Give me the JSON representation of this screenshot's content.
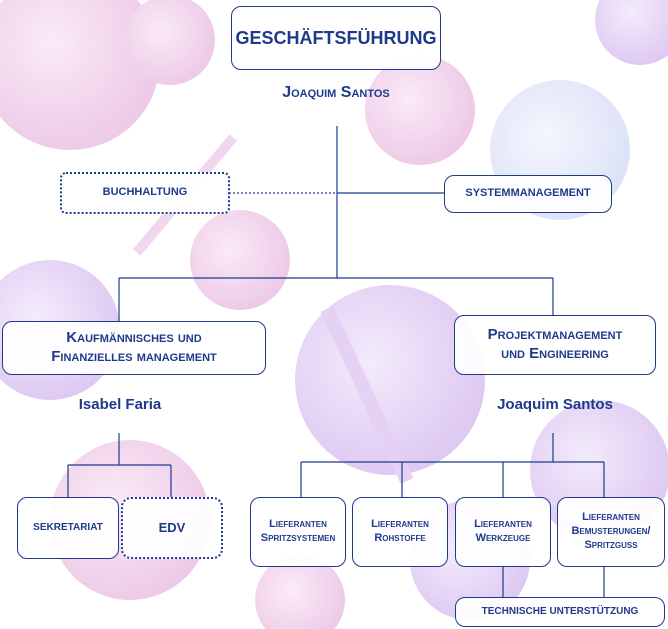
{
  "top": {
    "title": "GESCHÄFTSFÜHRUNG",
    "person": "Joaquim Santos"
  },
  "staff": {
    "left": "BUCHHALTUNG",
    "right": "SYSTEMMANAGEMENT"
  },
  "divisions": {
    "left": {
      "line1": "Kaufmännisches und",
      "line2": "Finanzielles management",
      "person": "Isabel Faria",
      "units": [
        "SEKRETARIAT",
        "EDV"
      ]
    },
    "right": {
      "line1": "Projektmanagement",
      "line2": "und Engineering",
      "person": "Joaquim Santos",
      "units": [
        {
          "line1": "Lieferanten",
          "line2": "Spritzsystemen"
        },
        {
          "line1": "Lieferanten",
          "line2": "Rohstoffe"
        },
        {
          "line1": "Lieferanten",
          "line2": "Werkzeuge"
        },
        {
          "line1": "Lieferanten",
          "line2": "Bemusterungen/",
          "line3": "Spritzguss"
        }
      ],
      "support": "TECHNISCHE UNTERSTÜTZUNG"
    }
  },
  "colors": {
    "primary": "#1f3a8a",
    "background_blobs": [
      "#e7a6d7",
      "#c9a2ea",
      "#b9c4f1"
    ]
  }
}
